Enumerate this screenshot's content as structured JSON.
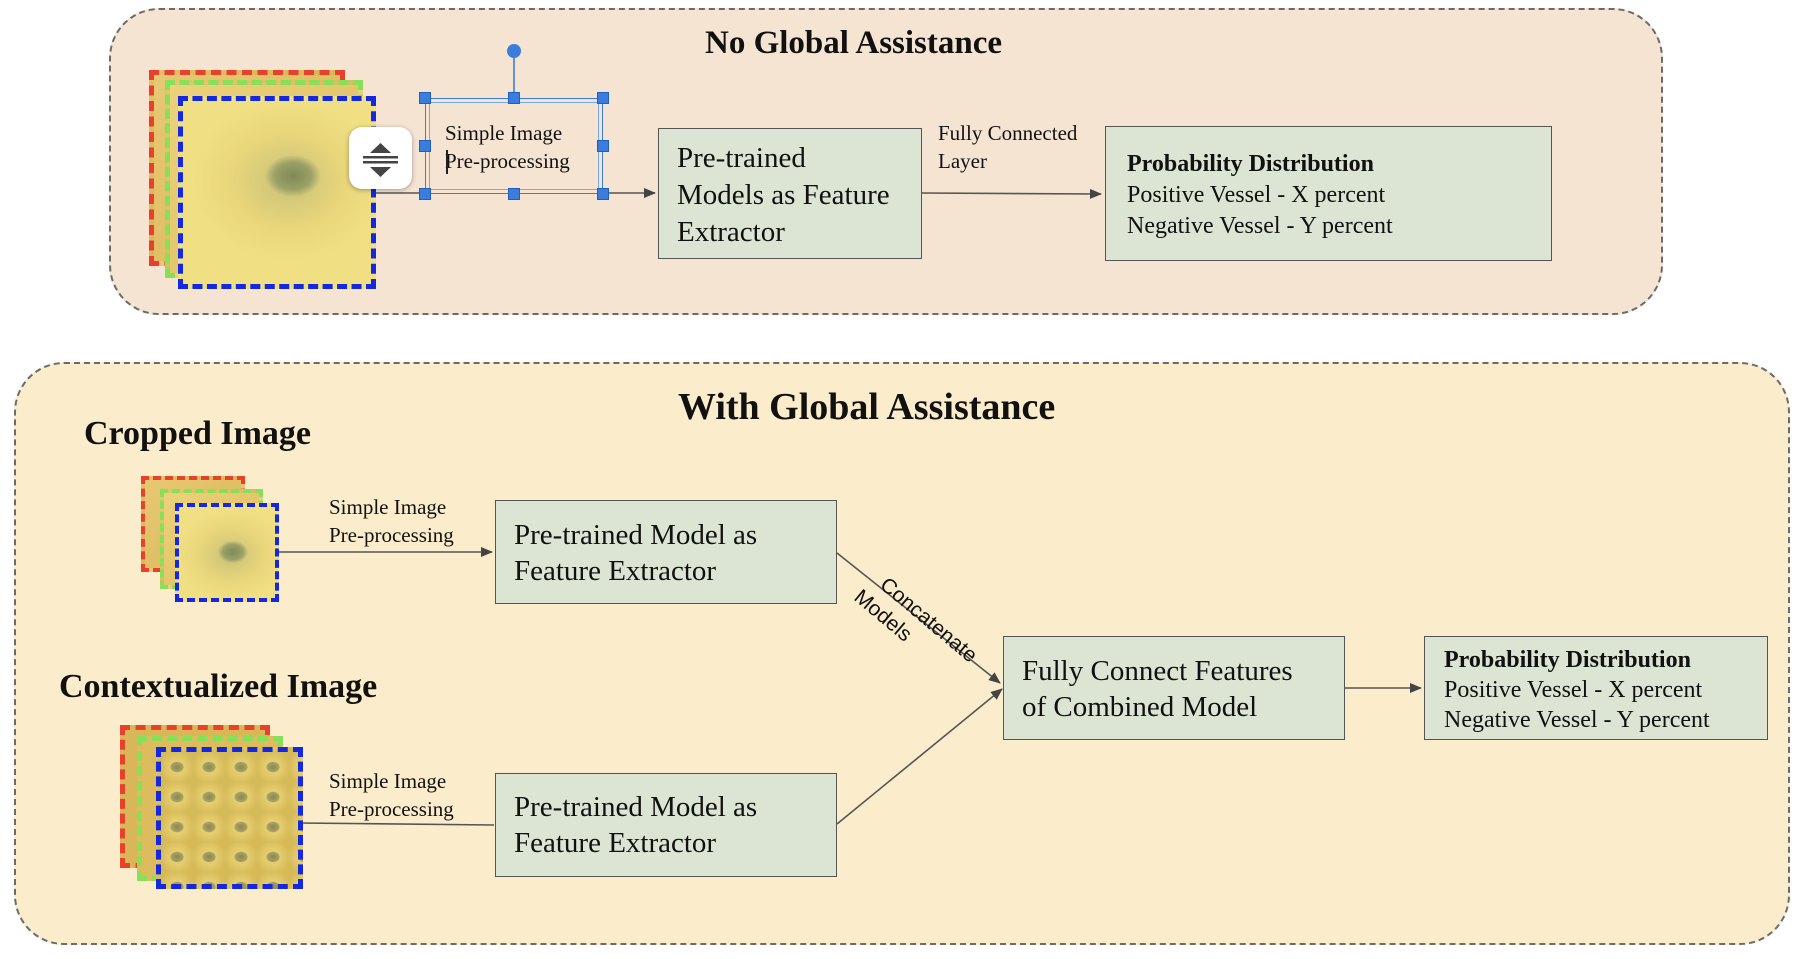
{
  "top": {
    "title": "No Global Assistance",
    "preprocess_line1": "Simple Image",
    "preprocess_line2": "Pre-processing",
    "feature_line1": "Pre-trained",
    "feature_line2": "Models as Feature",
    "feature_line3": "Extractor",
    "fc_line1": "Fully Connected",
    "fc_line2": "Layer",
    "prob_title": "Probability Distribution",
    "prob_pos": "Positive Vessel - X percent",
    "prob_neg": "Negative Vessel - Y percent"
  },
  "bottom": {
    "title": "With Global Assistance",
    "cropped_title": "Cropped Image",
    "context_title": "Contextualized Image",
    "pre1_line1": "Simple Image",
    "pre1_line2": "Pre-processing",
    "pre2_line1": "Simple Image",
    "pre2_line2": "Pre-processing",
    "feat1_line1": "Pre-trained Model as",
    "feat1_line2": "Feature Extractor",
    "feat2_line1": "Pre-trained Model as",
    "feat2_line2": "Feature Extractor",
    "concat_line1": "Concatenate",
    "concat_line2": "Models",
    "combined_line1": "Fully Connect Features",
    "combined_line2": "of Combined Model",
    "prob_title": "Probability Distribution",
    "prob_pos": "Positive Vessel - X percent",
    "prob_neg": "Negative Vessel - Y percent"
  },
  "colors": {
    "top_panel": "#f6e4d2",
    "bottom_panel": "#fbedcc",
    "box_fill": "#dce5d3",
    "frame_red": "#e8402a",
    "frame_green": "#86e05a",
    "frame_blue": "#1428e0",
    "selection_blue": "#3b7ddd"
  },
  "icons": {
    "scroll_button": "resize-vertical-icon"
  }
}
